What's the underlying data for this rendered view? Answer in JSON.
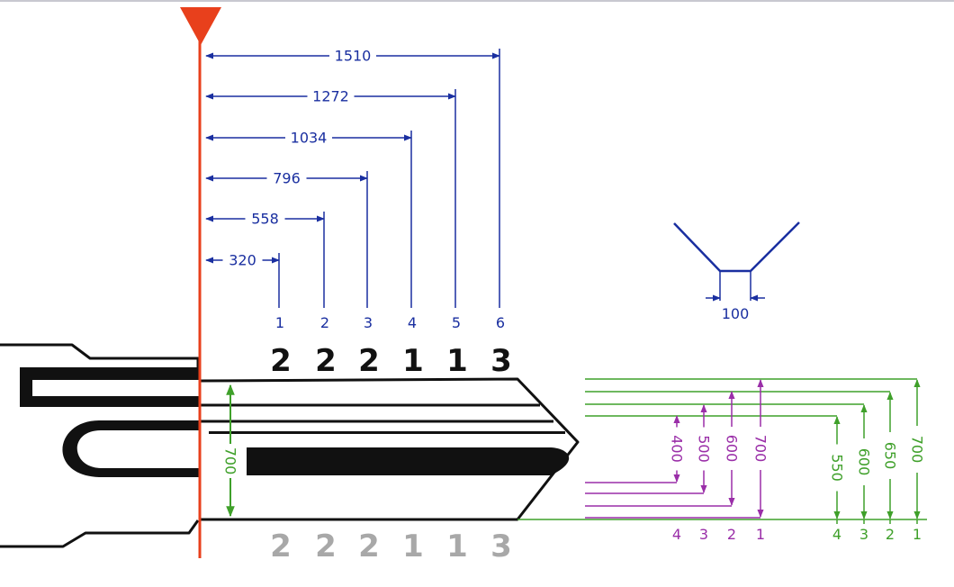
{
  "colors": {
    "blue": "#1a2fa0",
    "green": "#3fa02a",
    "purple": "#9a2ea8",
    "red": "#e8401c",
    "key_outline": "#111111",
    "code_grey": "#a8a8a8"
  },
  "icons": {
    "shoulder_marker": "red-triangle-stop-icon"
  },
  "spacing": {
    "distances": [
      "320",
      "558",
      "796",
      "1034",
      "1272",
      "1510"
    ],
    "positions": [
      "1",
      "2",
      "3",
      "4",
      "5",
      "6"
    ]
  },
  "cut_codes": {
    "top": [
      "2",
      "2",
      "2",
      "1",
      "1",
      "3"
    ],
    "bottom": [
      "2",
      "2",
      "2",
      "1",
      "1",
      "3"
    ]
  },
  "blade": {
    "width_label": "700"
  },
  "depths_purple": {
    "values": [
      "400",
      "500",
      "600",
      "700"
    ],
    "index_labels": [
      "4",
      "3",
      "2",
      "1"
    ]
  },
  "depths_green": {
    "values": [
      "550",
      "600",
      "650",
      "700"
    ],
    "index_labels": [
      "4",
      "3",
      "2",
      "1"
    ]
  },
  "cutter": {
    "flat_label": "100"
  }
}
